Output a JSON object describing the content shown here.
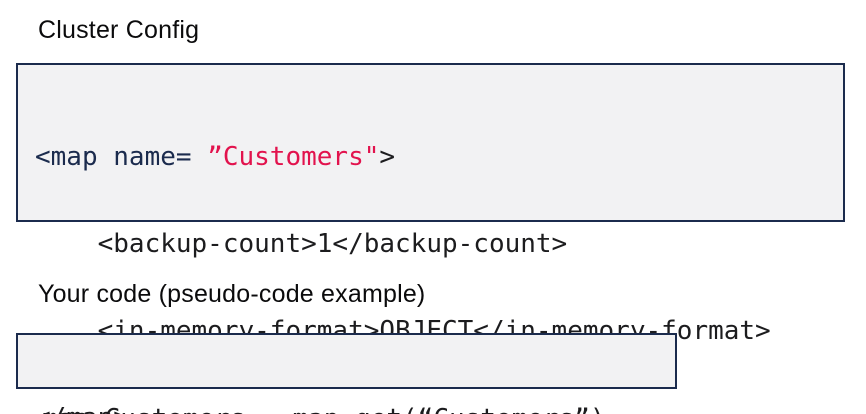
{
  "colors": {
    "page_background": "#ffffff",
    "box_background": "#f2f2f3",
    "box_border_navy": "#1b2b4d",
    "xml_tag_navy": "#1b2b4d",
    "string_red": "#e2134d",
    "code_text": "#1c1c1e",
    "heading_text": "#0b0b0c"
  },
  "section1": {
    "title": "Cluster Config",
    "code": {
      "line1": {
        "tag_open": "<map name= ",
        "string_value": "”Customers\"",
        "tag_close": ">"
      },
      "line2": "    <backup-count>1</backup-count>",
      "line3": "    <in-memory-format>OBJECT</in-memory-format>",
      "line4": "</map>"
    }
  },
  "section2": {
    "title": "Your code (pseudo-code example)",
    "code": {
      "line1": "map Customers = map.get(“Customers”)"
    }
  }
}
